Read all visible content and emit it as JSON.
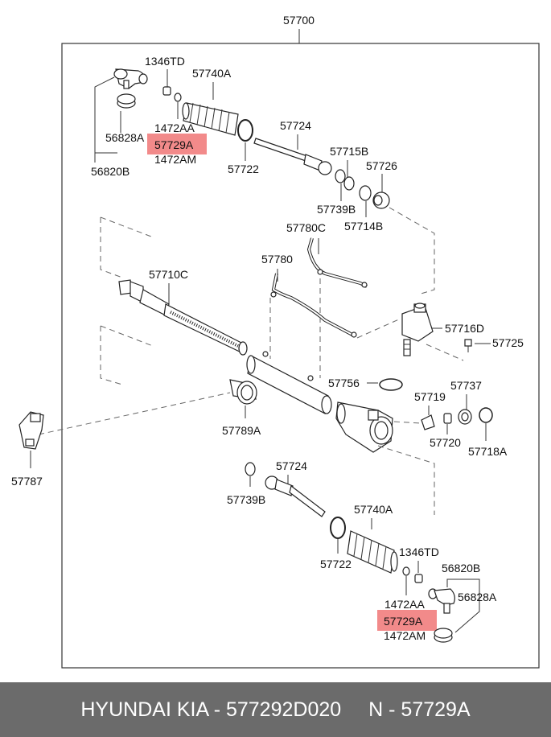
{
  "diagram": {
    "assembly": "57700",
    "labels": {
      "p1346TD_top": "1346TD",
      "p57740A_top": "57740A",
      "p1472AA_top": "1472AA",
      "p56828A_top": "56828A",
      "p57729A_top": "57729A",
      "p1472AM_top": "1472AM",
      "p56820B_top": "56820B",
      "p57722_top": "57722",
      "p57724_top": "57724",
      "p57715B": "57715B",
      "p57726": "57726",
      "p57739B_top": "57739B",
      "p57714B": "57714B",
      "p57780C": "57780C",
      "p57780": "57780",
      "p57710C": "57710C",
      "p57716D": "57716D",
      "p57725": "57725",
      "p57756": "57756",
      "p57737": "57737",
      "p57719": "57719",
      "p57789A": "57789A",
      "p57720": "57720",
      "p57718A": "57718A",
      "p57787": "57787",
      "p57724_bot": "57724",
      "p57739B_bot": "57739B",
      "p57740A_bot": "57740A",
      "p57722_bot": "57722",
      "p1346TD_bot": "1346TD",
      "p56820B_bot": "56820B",
      "p56828A_bot": "56828A",
      "p1472AA_bot": "1472AA",
      "p57729A_bot": "57729A",
      "p1472AM_bot": "1472AM"
    },
    "highlight_color": "#f28a8a"
  },
  "footer": {
    "brand_part": "HYUNDAI KIA - 577292D020",
    "ref_part": "N - 57729A"
  }
}
